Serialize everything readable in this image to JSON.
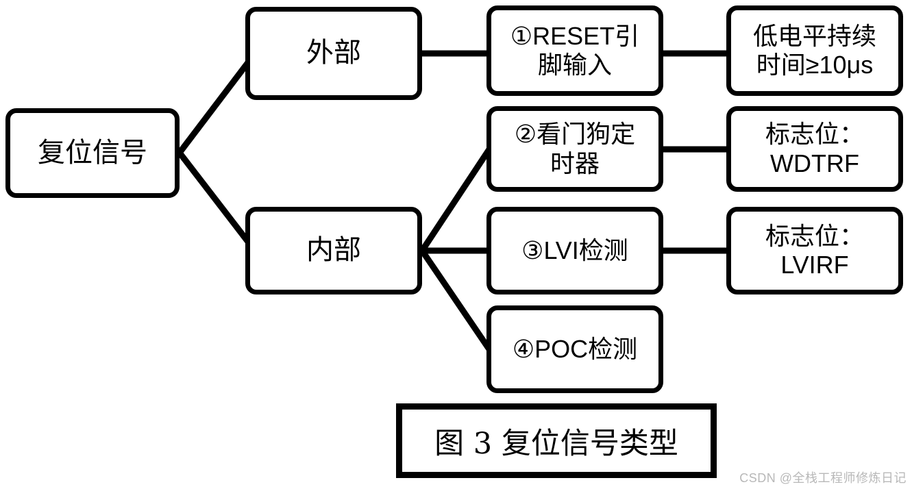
{
  "figure": {
    "caption": "图 3  复位信号类型",
    "watermark": "CSDN @全栈工程师修炼日记",
    "line_color": "#000000",
    "box_border_color": "#000000",
    "box_fill_color": "#ffffff",
    "background_color": "#ffffff",
    "watermark_color": "#b8b8b8"
  },
  "chart_data": {
    "type": "diagram",
    "title": "图 3  复位信号类型",
    "orientation": "left-to-right tree",
    "levels": 4,
    "nodes": [
      {
        "id": "root",
        "label": "复位信号",
        "level": 0
      },
      {
        "id": "ext",
        "label": "外部",
        "level": 1
      },
      {
        "id": "int",
        "label": "内部",
        "level": 1
      },
      {
        "id": "b1",
        "label": "①RESET引\n脚输入",
        "level": 2
      },
      {
        "id": "b2",
        "label": "②看门狗定\n时器",
        "level": 2
      },
      {
        "id": "b3",
        "label": "③LVI检测",
        "level": 2
      },
      {
        "id": "b4",
        "label": "④POC检测",
        "level": 2
      },
      {
        "id": "c1",
        "label": "低电平持续\n时间≥10μs",
        "level": 3
      },
      {
        "id": "c2",
        "label": "标志位：\nWDTRF",
        "level": 3
      },
      {
        "id": "c3",
        "label": "标志位：\nLVIRF",
        "level": 3
      }
    ],
    "edges": [
      {
        "from": "root",
        "to": "ext"
      },
      {
        "from": "root",
        "to": "int"
      },
      {
        "from": "ext",
        "to": "b1"
      },
      {
        "from": "int",
        "to": "b2"
      },
      {
        "from": "int",
        "to": "b3"
      },
      {
        "from": "int",
        "to": "b4"
      },
      {
        "from": "b1",
        "to": "c1"
      },
      {
        "from": "b2",
        "to": "c2"
      },
      {
        "from": "b3",
        "to": "c3"
      }
    ]
  },
  "nodes": {
    "root": {
      "label": "复位信号"
    },
    "ext": {
      "label": "外部"
    },
    "int": {
      "label": "内部"
    },
    "b1": {
      "label": "①RESET引\n脚输入"
    },
    "b2": {
      "label": "②看门狗定\n时器"
    },
    "b3": {
      "label": "③LVI检测"
    },
    "b4": {
      "label": "④POC检测"
    },
    "c1": {
      "label": "低电平持续\n时间≥10μs"
    },
    "c2": {
      "label": "标志位：\nWDTRF"
    },
    "c3": {
      "label": "标志位：\nLVIRF"
    }
  }
}
